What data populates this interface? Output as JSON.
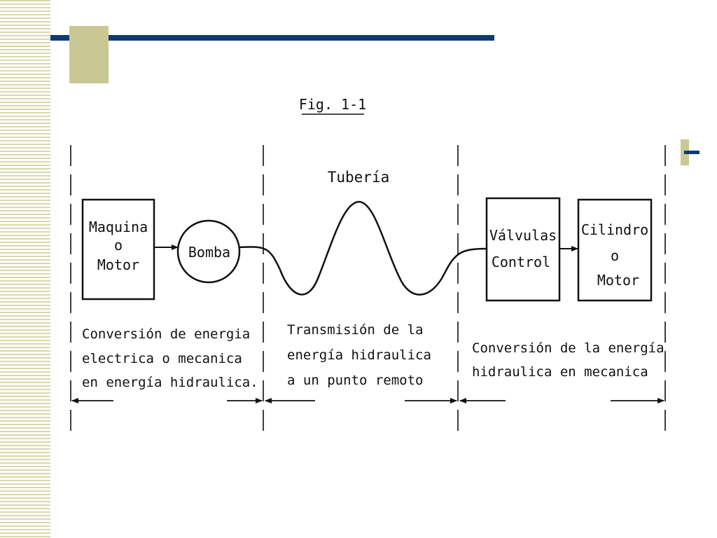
{
  "figure": {
    "title": "Fig. 1-1",
    "pipe_label": "Tubería",
    "boxes": {
      "motor": [
        "Maquina",
        "o",
        "Motor"
      ],
      "pump": [
        "Bomba"
      ],
      "valves": [
        "Válvulas",
        "Control"
      ],
      "cylinder": [
        "Cilindro",
        "o",
        "Motor"
      ]
    },
    "sections": [
      [
        "Conversión de energia",
        "electrica o mecanica",
        "en energía hidraulica."
      ],
      [
        "Transmisión de la",
        "energía hidraulica",
        "a un punto remoto"
      ],
      [
        "Conversión de la energía",
        "hidraulica en mecanica"
      ]
    ]
  },
  "colors": {
    "title_bar": "#0e3a72",
    "accent_square": "#c9c895",
    "stripes": "#d8d8b0",
    "ink": "#111111"
  }
}
